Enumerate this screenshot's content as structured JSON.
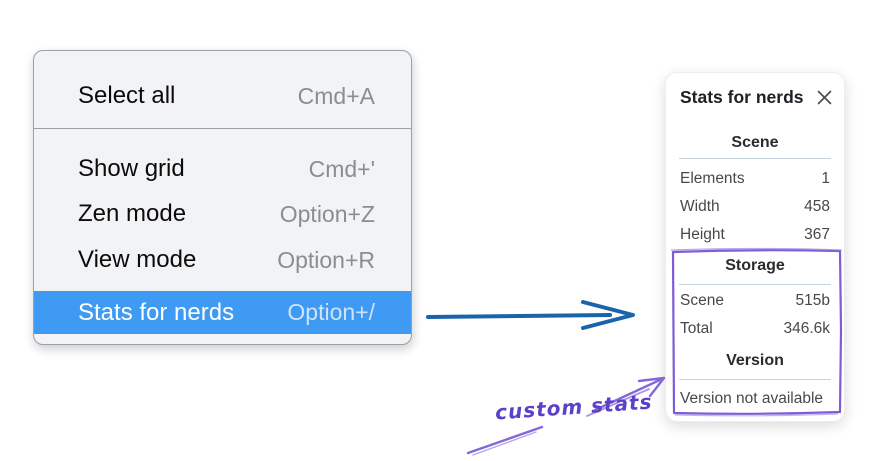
{
  "context_menu": {
    "items": [
      {
        "label": "Select all",
        "shortcut": "Cmd+A"
      },
      {
        "label": "Show grid",
        "shortcut": "Cmd+'"
      },
      {
        "label": "Zen mode",
        "shortcut": "Option+Z"
      },
      {
        "label": "View mode",
        "shortcut": "Option+R"
      },
      {
        "label": "Stats for nerds",
        "shortcut": "Option+/",
        "highlighted": true
      }
    ]
  },
  "stats_panel": {
    "title": "Stats for nerds",
    "sections": {
      "scene": {
        "header": "Scene",
        "rows": [
          {
            "label": "Elements",
            "value": "1"
          },
          {
            "label": "Width",
            "value": "458"
          },
          {
            "label": "Height",
            "value": "367"
          }
        ]
      },
      "storage": {
        "header": "Storage",
        "rows": [
          {
            "label": "Scene",
            "value": "515b"
          },
          {
            "label": "Total",
            "value": "346.6k"
          }
        ]
      },
      "version": {
        "header": "Version",
        "note": "Version not available"
      }
    }
  },
  "annotation": {
    "label": "custom stats"
  },
  "colors": {
    "menu_highlight": "#3e9af2",
    "arrow_blue": "#1a64ab",
    "annotation_purple": "#7d5cd6",
    "annotation_text_purple": "#5b40c9"
  }
}
